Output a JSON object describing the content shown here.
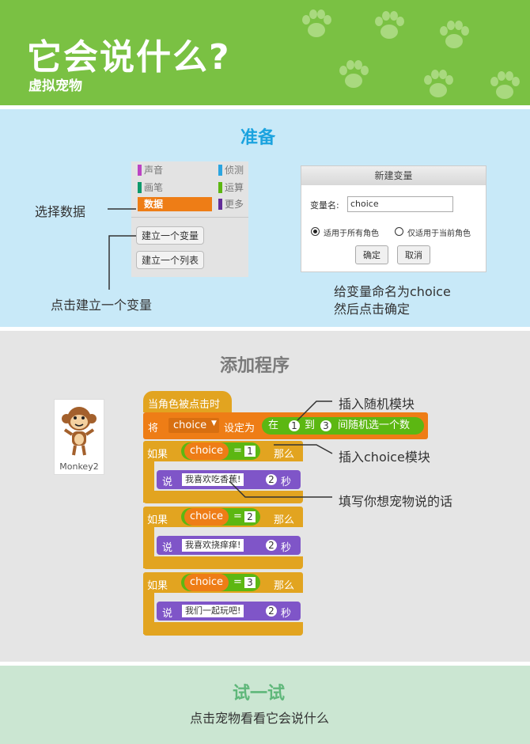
{
  "header": {
    "title": "它会说什么?",
    "subtitle": "虚拟宠物"
  },
  "prepare": {
    "title": "准备",
    "palette": {
      "categories": [
        "声音",
        "侦测",
        "画笔",
        "运算",
        "数据",
        "更多"
      ],
      "category_colors": [
        "#bb44c4",
        "#2ca5e0",
        "#0e9a6c",
        "#5cb712",
        "#ee7d16",
        "#632d99"
      ],
      "make_variable_button": "建立一个变量",
      "make_list_button": "建立一个列表"
    },
    "dialog": {
      "title": "新建变量",
      "name_label": "变量名:",
      "name_value": "choice",
      "option_all": "适用于所有角色",
      "option_this": "仅适用于当前角色",
      "ok_button": "确定",
      "cancel_button": "取消"
    },
    "annotations": {
      "choose_data": "选择数据",
      "click_make": "点击建立一个变量",
      "name_line1": "给变量命名为choice",
      "name_line2": "然后点击确定"
    }
  },
  "add_program": {
    "title": "添加程序",
    "sprite_name": "Monkey2",
    "hat_block": "当角色被点击时",
    "set_block": {
      "prefix": "将",
      "variable": "choice",
      "middle": "设定为",
      "random_prefix": "在",
      "from": "1",
      "to_label": "到",
      "to": "3",
      "random_suffix": "间随机选一个数"
    },
    "if_blocks": [
      {
        "if_label": "如果",
        "variable": "choice",
        "eq": "=",
        "value": "1",
        "then_label": "那么",
        "say_label": "说",
        "message": "我喜欢吃香蕉!",
        "secs": "2",
        "secs_label": "秒"
      },
      {
        "if_label": "如果",
        "variable": "choice",
        "eq": "=",
        "value": "2",
        "then_label": "那么",
        "say_label": "说",
        "message": "我喜欢挠痒痒!",
        "secs": "2",
        "secs_label": "秒"
      },
      {
        "if_label": "如果",
        "variable": "choice",
        "eq": "=",
        "value": "3",
        "then_label": "那么",
        "say_label": "说",
        "message": "我们一起玩吧!",
        "secs": "2",
        "secs_label": "秒"
      }
    ],
    "annotations": {
      "random_block": "插入随机模块",
      "choice_block": "插入choice模块",
      "fill_words": "填写你想宠物说的话"
    }
  },
  "try_it": {
    "title": "试一试",
    "text": "点击宠物看看它会说什么"
  },
  "colors": {
    "header_green": "#7ac143",
    "prep_blue": "#c8e9f8",
    "add_gray": "#e5e5e5",
    "try_green": "#cbe6d2",
    "control_orange": "#e2a420",
    "data_orange": "#ee7d16",
    "operator_green": "#5cb712",
    "looks_purple": "#7f55c8"
  }
}
